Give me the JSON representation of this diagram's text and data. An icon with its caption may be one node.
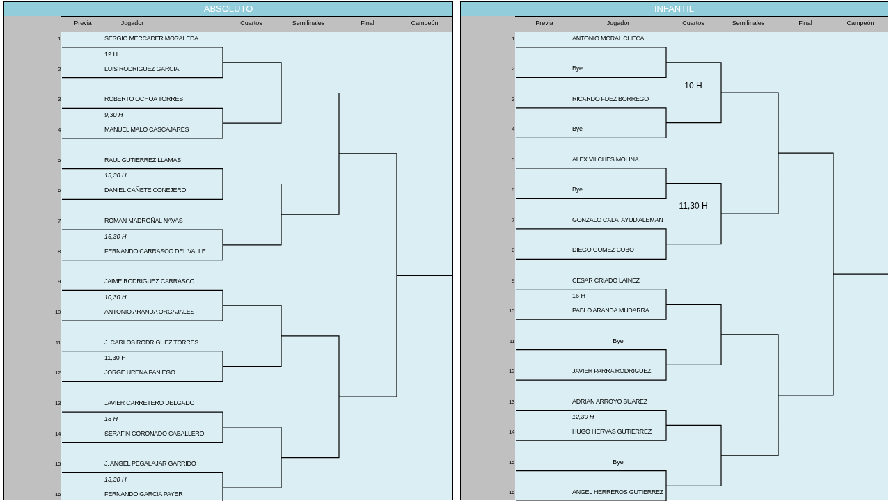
{
  "diagram": {
    "nodes": [
      {
        "text": [
          "ABSOLUTO"
        ]
      },
      {
        "text": [
          "INFANTIL"
        ]
      }
    ],
    "labels": [
      "Previa",
      "Jugador",
      "Cuartos",
      "Semifinales",
      "Final",
      "Campeón",
      "1",
      "SERGIO MERCADER MORALEDA",
      "12 H",
      "2",
      "LUIS RODRIGUEZ GARCIA",
      "3",
      "ROBERTO OCHOA TORRES",
      "9,30 H",
      "4",
      "MANUEL MALO CASCAJARES",
      "5",
      "RAUL GUTIERREZ LLAMAS",
      "15,30 H",
      "6",
      "DANIEL CAÑETE CONEJERO",
      "7",
      "ROMAN MADROÑAL NAVAS",
      "16,30 H",
      "8",
      "FERNANDO CARRASCO DEL VALLE",
      "9",
      "JAIME RODRIGUEZ CARRASCO",
      "10,30 H",
      "10",
      "ANTONIO ARANDA ORGAJALES",
      "11",
      "J. CARLOS RODRIGUEZ TORRES",
      "11,30 H",
      "12",
      "JORGE UREÑA PANIEGO",
      "13",
      "JAVIER CARRETERO DELGADO",
      "18 H",
      "14",
      "SERAFIN CORONADO CABALLERO",
      "15",
      "J. ANGEL PEGALAJAR GARRIDO",
      "13,30 H",
      "16",
      "FERNANDO GARCIA PAYER",
      "Previa",
      "Jugador",
      "Cuartos",
      "Semifinales",
      "Final",
      "Campeón",
      "1",
      "ANTONIO MORAL CHECA",
      "2",
      "Bye",
      "10 H",
      "3",
      "RICARDO FDEZ BORREGO",
      "4",
      "Bye",
      "5",
      "ALEX VILCHES MOLINA",
      "6",
      "Bye",
      "11,30 H",
      "7",
      "GONZALO CALATAYUD ALEMAN",
      "8",
      "DIEGO GOMEZ COBO",
      "9",
      "CESAR CRIADO LAINEZ",
      "16 H",
      "10",
      "PABLO ARANDA MUDARRA",
      "11",
      "Bye",
      "12",
      "JAVIER PARRA RODRIGUEZ",
      "13",
      "ADRIAN ARROYO SUAREZ",
      "12,30 H",
      "14",
      "HUGO HERVAS GUTIERREZ",
      "15",
      "Bye",
      "16",
      "ANGEL HERREROS GUTIERREZ"
    ]
  }
}
